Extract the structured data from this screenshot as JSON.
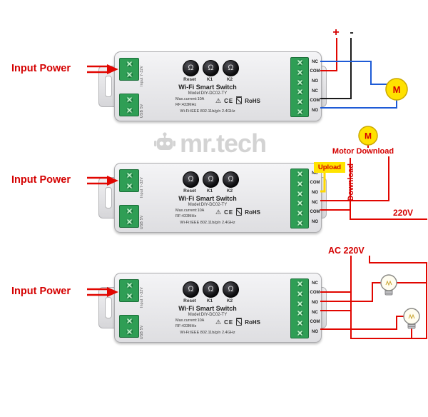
{
  "watermark": {
    "text": "mr.tech"
  },
  "devices": [
    {
      "input_power": "Input Power",
      "side_top": "Input 7-32V",
      "side_bottom": "USB 5V",
      "buttons": [
        "Reset",
        "K1",
        "K2"
      ],
      "button_glyph": "Ω",
      "title": "Wi-Fi Smart Switch",
      "model": "Model:DIY-DC02-TY",
      "spec_current": "Max.current:10A",
      "spec_rf": "RF:433MHz",
      "spec_wifi": "Wi-Fi:IEEE 802.11b/g/n 2.4GHz",
      "warning_glyph": "⚠",
      "ce_mark": "CE",
      "rohs": "RoHS",
      "terminals": [
        "NC",
        "COM",
        "NO",
        "NC",
        "COM",
        "NO"
      ]
    },
    {
      "input_power": "Input Power",
      "side_top": "Input 7-32V",
      "side_bottom": "USB 5V",
      "buttons": [
        "Reset",
        "K1",
        "K2"
      ],
      "button_glyph": "Ω",
      "title": "Wi-Fi Smart Switch",
      "model": "Model:DIY-DC02-TY",
      "spec_current": "Max.current:10A",
      "spec_rf": "RF:433MHz",
      "spec_wifi": "Wi-Fi:IEEE 802.11b/g/n 2.4GHz",
      "warning_glyph": "⚠",
      "ce_mark": "CE",
      "rohs": "RoHS",
      "terminals": [
        "NC",
        "COM",
        "NO",
        "NC",
        "COM",
        "NO"
      ]
    },
    {
      "input_power": "Input Power",
      "side_top": "Input 7-32V",
      "side_bottom": "USB 5V",
      "buttons": [
        "Reset",
        "K1",
        "K2"
      ],
      "button_glyph": "Ω",
      "title": "Wi-Fi Smart Switch",
      "model": "Model:DIY-DC02-TY",
      "spec_current": "Max.current:10A",
      "spec_rf": "RF:433MHz",
      "spec_wifi": "Wi-Fi:IEEE 802.11b/g/n 2.4GHz",
      "warning_glyph": "⚠",
      "ce_mark": "CE",
      "rohs": "RoHS",
      "terminals": [
        "NC",
        "COM",
        "NO",
        "NC",
        "COM",
        "NO"
      ]
    }
  ],
  "wiring": {
    "dc_motor_diagram": {
      "plus": "+",
      "minus": "-",
      "motor": "M"
    },
    "curtain_motor_diagram": {
      "motor": "M",
      "label": "Motor Download",
      "upload": "Upload",
      "download": "Download",
      "voltage": "220V"
    },
    "ac_light_diagram": {
      "voltage": "AC 220V"
    }
  },
  "colors": {
    "wire_red": "#e10600",
    "wire_black": "#1a1a1a",
    "wire_blue": "#1e5bd6",
    "wire_yellow": "#ffd900",
    "motor_yellow": "#ffe100",
    "terminal_green": "#2f9e55",
    "label_red": "#d40000"
  }
}
